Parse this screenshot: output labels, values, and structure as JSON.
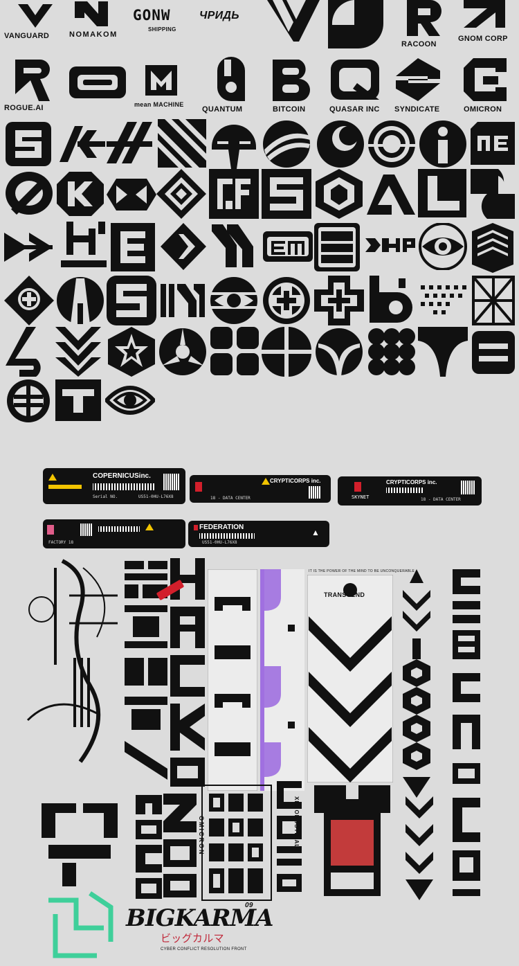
{
  "labels": {
    "vanguard": "VANGUARD",
    "nomakom": "NOMAKOM",
    "gonw": "GONW",
    "shipping": "SHIPPING",
    "chpudb": "ЧРИДЬ",
    "racoon": "RACOON",
    "gnom": "GNOM CORP",
    "rogue": "ROGUE.AI",
    "mean": "mean MACHINE",
    "quantum": "QUANTUM",
    "bitcoin": "BITCOIN",
    "quasar": "QUASAR INC",
    "syndicate": "SYNDICATE",
    "omicron": "OMICRON"
  },
  "tags": {
    "copernicus_title": "COPERNICUSinc.",
    "serial_label": "Serial NO.",
    "serial_value": "US51-0HU-L76X8",
    "crypto_title": "CRYPTICORPS inc.",
    "skynet": "SKYNET",
    "data_center": "18 - DATA CENTER",
    "factory": "FACTORY 18",
    "federation": "FEDERATION",
    "serial_value2": "US51-0HU-L76X8"
  },
  "collage": {
    "transcend": "TRANSCEND",
    "omicron_v": "OMICRON",
    "xerodustrial": "XERODUSTRIAL",
    "bigkarma": "BIGKARMA",
    "bigkarma_jp": "ビッグカルマ",
    "bigkarma_sub": "CYBER CONFLICT RESOLUTION FRONT",
    "num_09": "09",
    "tagline": "IT IS THE POWER OF THE MIND TO BE UNCONQUERABLE"
  },
  "colors": {
    "ink": "#111111",
    "bg": "#dcdcdc",
    "accent_red": "#d21f2b",
    "accent_purple": "#a070e0",
    "accent_green": "#3fcf9a",
    "warn_yellow": "#f2c400"
  }
}
